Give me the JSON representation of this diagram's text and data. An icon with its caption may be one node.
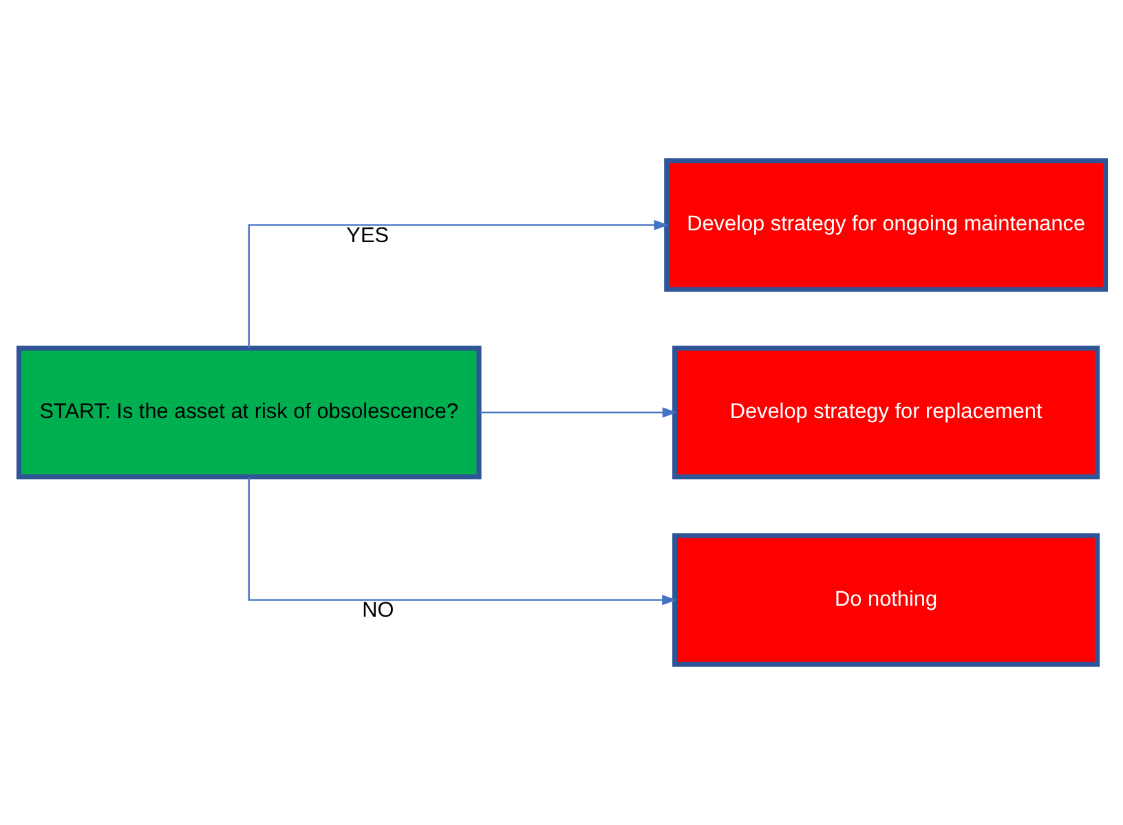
{
  "diagram": {
    "nodes": [
      {
        "text": [
          "START: Is the asset at risk of obsolescence?"
        ]
      },
      {
        "text": [
          "Develop strategy for ongoing maintenance"
        ]
      },
      {
        "text": [
          "Develop strategy for replacement"
        ]
      },
      {
        "text": [
          "Do nothing"
        ]
      }
    ],
    "edges": [
      {
        "from": 0,
        "to": 1,
        "arrow": "to",
        "label": "YES"
      },
      {
        "from": 0,
        "to": 2,
        "arrow": "to"
      },
      {
        "from": 0,
        "to": 3,
        "arrow": "to",
        "label": "NO"
      }
    ]
  }
}
